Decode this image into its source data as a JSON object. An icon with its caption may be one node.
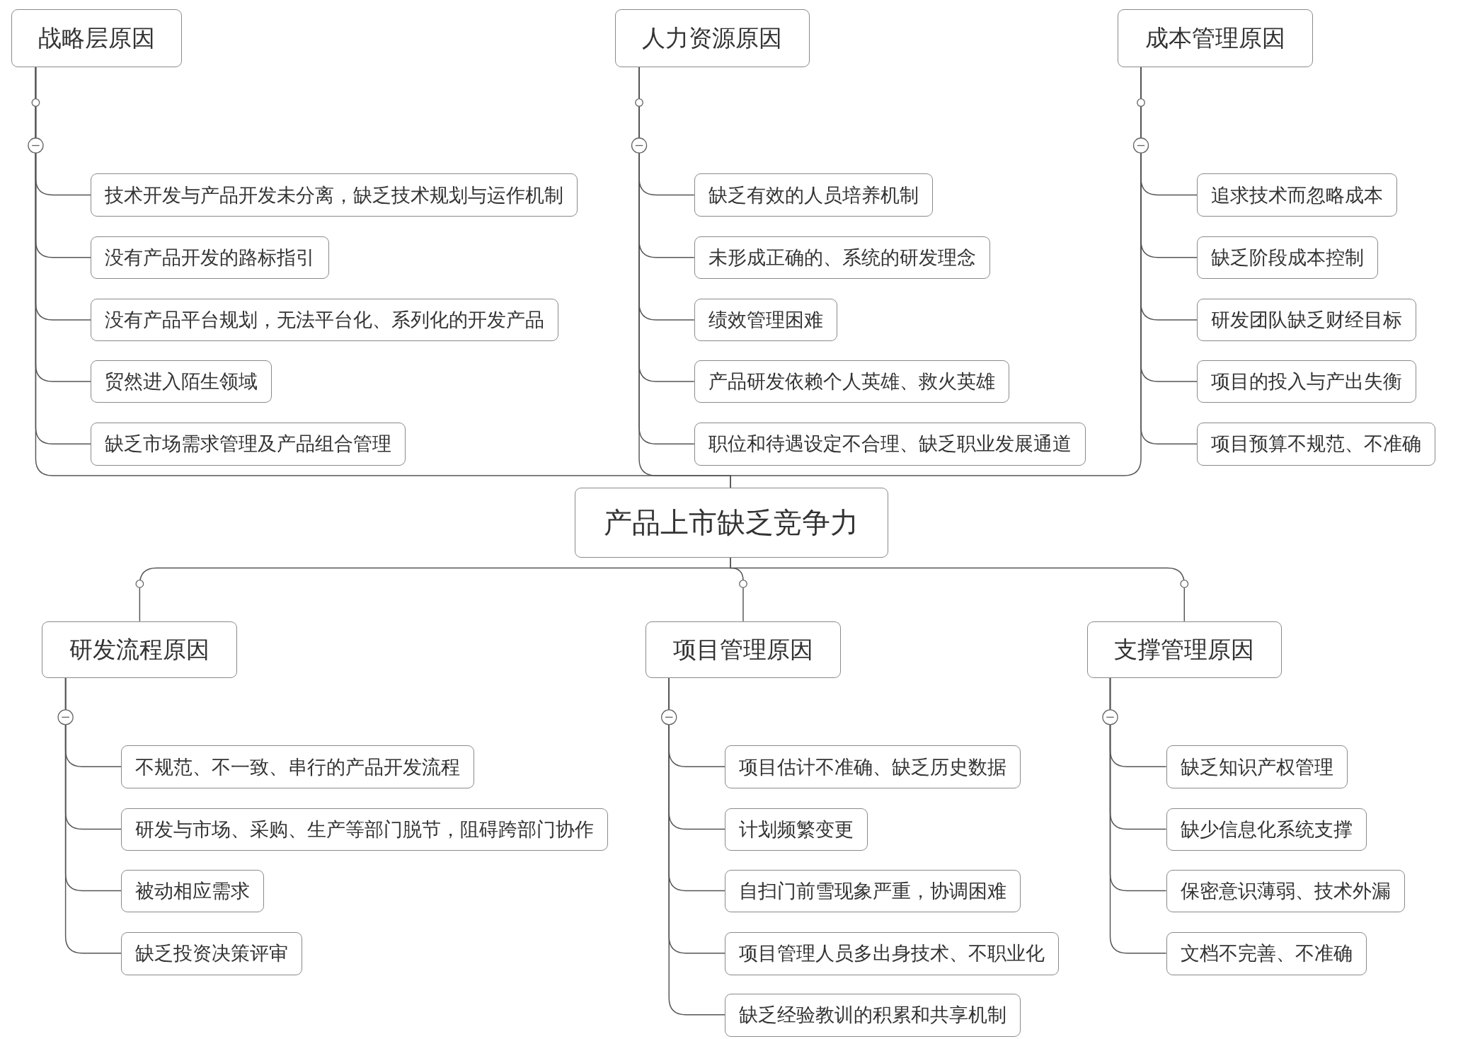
{
  "diagram": {
    "nodes": [
      {
        "text": [
          "战略层原因"
        ]
      },
      {
        "text": [
          "技术开发与产品开发未分离，缺乏技术规划与运作机制"
        ]
      },
      {
        "text": [
          "没有产品开发的路标指引"
        ]
      },
      {
        "text": [
          "没有产品平台规划，无法平台化、系列化的开发产品"
        ]
      },
      {
        "text": [
          "贸然进入陌生领域"
        ]
      },
      {
        "text": [
          "缺乏市场需求管理及产品组合管理"
        ]
      },
      {
        "text": [
          "人力资源原因"
        ]
      },
      {
        "text": [
          "缺乏有效的人员培养机制"
        ]
      },
      {
        "text": [
          "未形成正确的、系统的研发理念"
        ]
      },
      {
        "text": [
          "绩效管理困难"
        ]
      },
      {
        "text": [
          "产品研发依赖个人英雄、救火英雄"
        ]
      },
      {
        "text": [
          "职位和待遇设定不合理、缺乏职业发展通道"
        ]
      },
      {
        "text": [
          "成本管理原因"
        ]
      },
      {
        "text": [
          "追求技术而忽略成本"
        ]
      },
      {
        "text": [
          "缺乏阶段成本控制"
        ]
      },
      {
        "text": [
          "研发团队缺乏财经目标"
        ]
      },
      {
        "text": [
          "项目的投入与产出失衡"
        ]
      },
      {
        "text": [
          "项目预算不规范、不准确"
        ]
      },
      {
        "text": [
          "产品上市缺乏竞争力"
        ]
      },
      {
        "text": [
          "研发流程原因"
        ]
      },
      {
        "text": [
          "不规范、不一致、串行的产品开发流程"
        ]
      },
      {
        "text": [
          "研发与市场、采购、生产等部门脱节，阻碍跨部门协作"
        ]
      },
      {
        "text": [
          "被动相应需求"
        ]
      },
      {
        "text": [
          "缺乏投资决策评审"
        ]
      },
      {
        "text": [
          "项目管理原因"
        ]
      },
      {
        "text": [
          "项目估计不准确、缺乏历史数据"
        ]
      },
      {
        "text": [
          "计划频繁变更"
        ]
      },
      {
        "text": [
          "自扫门前雪现象严重，协调困难"
        ]
      },
      {
        "text": [
          "项目管理人员多出身技术、不职业化"
        ]
      },
      {
        "text": [
          "缺乏经验教训的积累和共享机制"
        ]
      },
      {
        "text": [
          "支撑管理原因"
        ]
      },
      {
        "text": [
          "缺乏知识产权管理"
        ]
      },
      {
        "text": [
          "缺少信息化系统支撑"
        ]
      },
      {
        "text": [
          "保密意识薄弱、技术外漏"
        ]
      },
      {
        "text": [
          "文档不完善、不准确"
        ]
      }
    ],
    "edges": [
      {
        "from": 0,
        "to": 18,
        "arrow": "none"
      },
      {
        "from": 0,
        "to": 1,
        "arrow": "none"
      },
      {
        "from": 0,
        "to": 2,
        "arrow": "none"
      },
      {
        "from": 0,
        "to": 3,
        "arrow": "none"
      },
      {
        "from": 0,
        "to": 4,
        "arrow": "none"
      },
      {
        "from": 0,
        "to": 5,
        "arrow": "none"
      },
      {
        "from": 6,
        "to": 18,
        "arrow": "none"
      },
      {
        "from": 6,
        "to": 7,
        "arrow": "none"
      },
      {
        "from": 6,
        "to": 8,
        "arrow": "none"
      },
      {
        "from": 6,
        "to": 9,
        "arrow": "none"
      },
      {
        "from": 6,
        "to": 10,
        "arrow": "none"
      },
      {
        "from": 6,
        "to": 11,
        "arrow": "none"
      },
      {
        "from": 12,
        "to": 18,
        "arrow": "none"
      },
      {
        "from": 12,
        "to": 13,
        "arrow": "none"
      },
      {
        "from": 12,
        "to": 14,
        "arrow": "none"
      },
      {
        "from": 12,
        "to": 15,
        "arrow": "none"
      },
      {
        "from": 12,
        "to": 16,
        "arrow": "none"
      },
      {
        "from": 12,
        "to": 17,
        "arrow": "none"
      },
      {
        "from": 18,
        "to": 19,
        "arrow": "none"
      },
      {
        "from": 19,
        "to": 20,
        "arrow": "none"
      },
      {
        "from": 19,
        "to": 21,
        "arrow": "none"
      },
      {
        "from": 19,
        "to": 22,
        "arrow": "none"
      },
      {
        "from": 19,
        "to": 23,
        "arrow": "none"
      },
      {
        "from": 18,
        "to": 24,
        "arrow": "none"
      },
      {
        "from": 24,
        "to": 25,
        "arrow": "none"
      },
      {
        "from": 24,
        "to": 26,
        "arrow": "none"
      },
      {
        "from": 24,
        "to": 27,
        "arrow": "none"
      },
      {
        "from": 24,
        "to": 28,
        "arrow": "none"
      },
      {
        "from": 24,
        "to": 29,
        "arrow": "none"
      },
      {
        "from": 18,
        "to": 30,
        "arrow": "none"
      },
      {
        "from": 30,
        "to": 31,
        "arrow": "none"
      },
      {
        "from": 30,
        "to": 32,
        "arrow": "none"
      },
      {
        "from": 30,
        "to": 33,
        "arrow": "none"
      },
      {
        "from": 30,
        "to": 34,
        "arrow": "none"
      }
    ]
  }
}
